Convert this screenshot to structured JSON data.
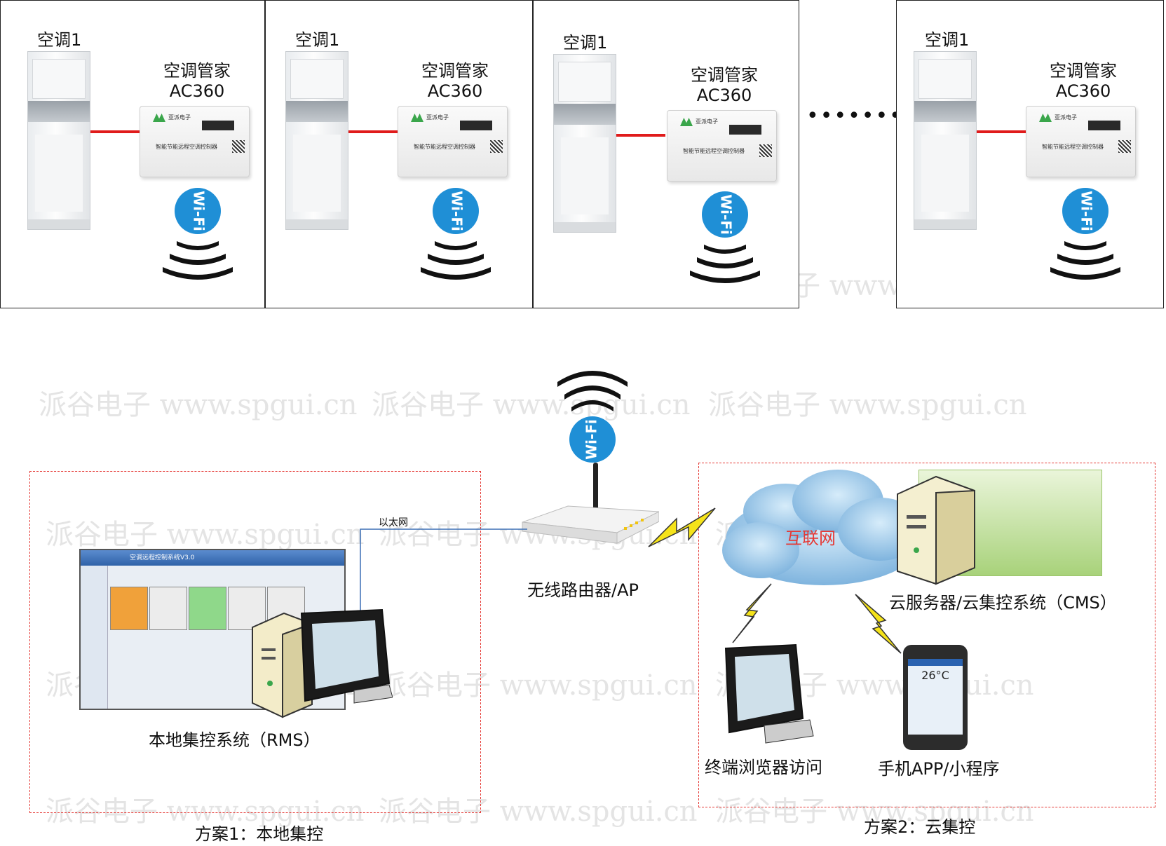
{
  "top_units": [
    {
      "ac_label": "空调1",
      "device_name": "空调管家",
      "device_model": "AC360",
      "controller_label": "智能节能远程空调控制器"
    },
    {
      "ac_label": "空调1",
      "device_name": "空调管家",
      "device_model": "AC360",
      "controller_label": "智能节能远程空调控制器"
    },
    {
      "ac_label": "空调1",
      "device_name": "空调管家",
      "device_model": "AC360",
      "controller_label": "智能节能远程空调控制器"
    },
    {
      "ac_label": "空调1",
      "device_name": "空调管家",
      "device_model": "AC360",
      "controller_label": "智能节能远程空调控制器"
    }
  ],
  "ellipsis": "•••••••",
  "controller_brand": "亚派电子",
  "wifi_text": "Wi-Fi",
  "watermark_text": "派谷电子 www.spgui.cn",
  "router": {
    "label": "无线路由器/AP"
  },
  "ethernet_label": "以太网",
  "local": {
    "system_label": "本地集控系统（RMS）",
    "scheme_label": "方案1：本地集控"
  },
  "cloud": {
    "internet_label": "互联网",
    "server_label": "云服务器/云集控系统（CMS）",
    "browser_label": "终端浏览器访问",
    "mobile_label": "手机APP/小程序",
    "scheme_label": "方案2：云集控",
    "phone_temp": "26°C"
  },
  "colors": {
    "dashed_border": "#e53935",
    "link_red": "#e01b1b",
    "internet_text": "#e53935",
    "wifi_blue": "#1f8fd6",
    "bolt_yellow": "#f5e31a"
  }
}
